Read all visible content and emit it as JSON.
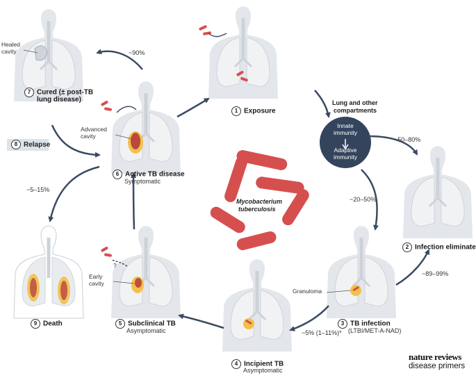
{
  "stages": {
    "exposure": {
      "num": "1",
      "title": "Exposure"
    },
    "eliminated": {
      "num": "2",
      "title": "Infection eliminated"
    },
    "tb_infection": {
      "num": "3",
      "title": "TB infection",
      "sub": "(LTBI/MET-A-NAD)"
    },
    "incipient": {
      "num": "4",
      "title": "Incipient TB",
      "sub": "Asymptomatic"
    },
    "subclinical": {
      "num": "5",
      "title": "Subclinical TB",
      "sub": "Asymptomatic"
    },
    "active": {
      "num": "6",
      "title": "Active TB disease",
      "sub": "Symptomatic"
    },
    "cured": {
      "num": "7",
      "title1": "Cured (± post-TB",
      "title2": "lung disease)"
    },
    "relapse": {
      "num": "8",
      "title": "Relapse"
    },
    "death": {
      "num": "9",
      "title": "Death"
    }
  },
  "immunity": {
    "heading1": "Lung and other",
    "heading2": "compartments",
    "innate1": "Innate",
    "innate2": "immunity",
    "adaptive1": "Adaptive",
    "adaptive2": "immunity"
  },
  "annotations": {
    "healed1": "Healed",
    "healed2": "cavity",
    "advanced1": "Advanced",
    "advanced2": "cavity",
    "early1": "Early",
    "early2": "cavity",
    "granuloma": "Granuloma",
    "question": "?"
  },
  "percentages": {
    "p90": "~90%",
    "p50_80": "~50–80%",
    "p20_50": "~20–50%",
    "p89_99": "~89–99%",
    "p5_11": "~5% (1–11%)*",
    "p5_15": "~5–15%"
  },
  "organism": {
    "line1": "Mycobacterium",
    "line2": "tuberculosis"
  },
  "brand": {
    "line1": "nature reviews",
    "line2": "disease primers"
  },
  "colors": {
    "arrow": "#3a4a63",
    "bacteria": "#d64f4f",
    "body": "#e3e6ea",
    "lung": "#f1f2f4",
    "immune": "#34445c",
    "lesion": "#f2c14a"
  }
}
